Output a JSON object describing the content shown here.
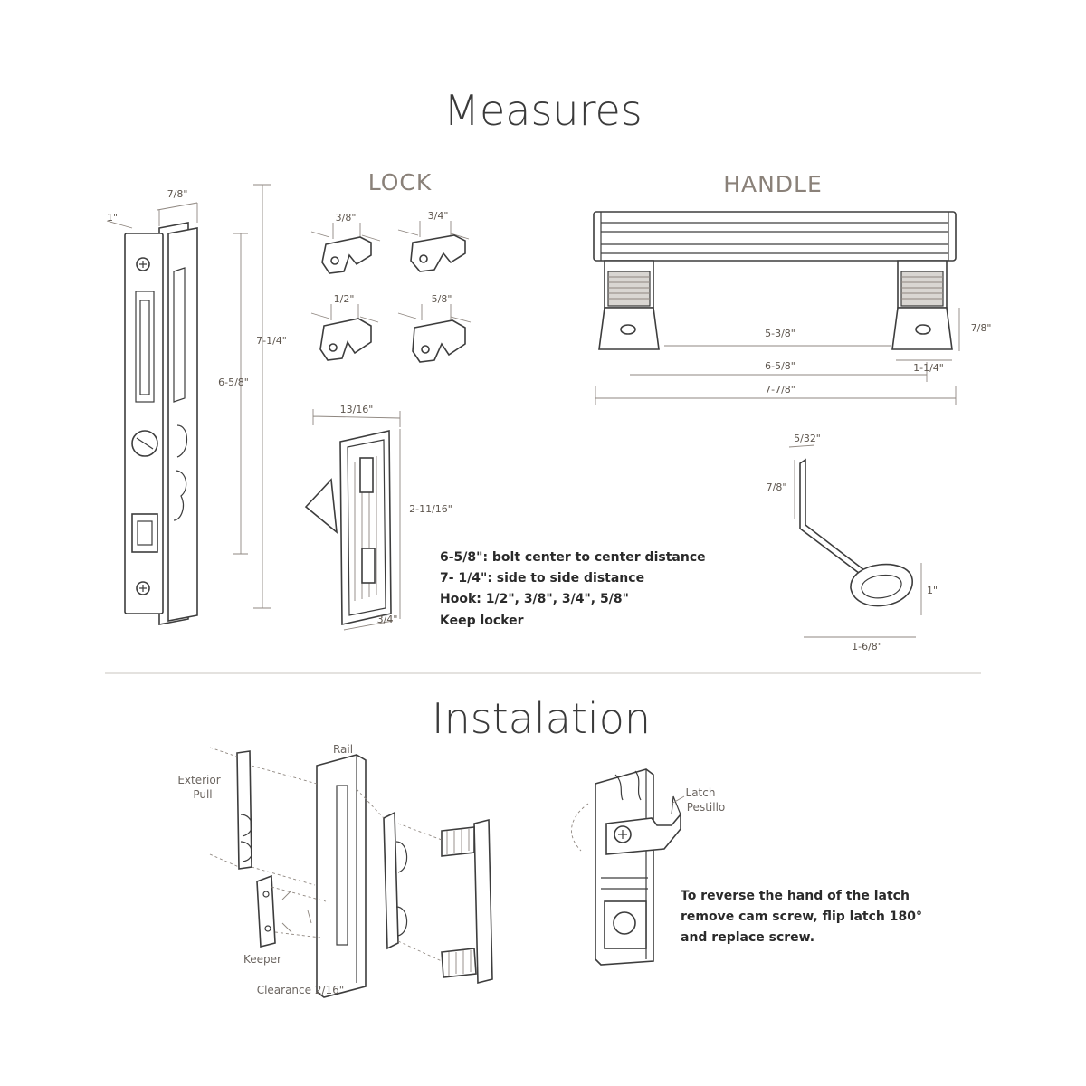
{
  "measures": {
    "title": "Measures",
    "lock_heading": "LOCK",
    "handle_heading": "HANDLE",
    "latch_dims": {
      "d_1": "1\"",
      "d_7_8": "7/8\"",
      "d_7_1_4": "7-1/4\"",
      "d_6_5_8": "6-5/8\""
    },
    "hooks": [
      "3/8\"",
      "3/4\"",
      "1/2\"",
      "5/8\""
    ],
    "keeper_dims": {
      "width": "13/16\"",
      "height": "2-11/16\"",
      "bottom": "3/4\""
    },
    "handle_dims": {
      "spacing": "5-3/8\"",
      "centers": "6-5/8\"",
      "overall": "7-7/8\"",
      "foot": "1-1/4\"",
      "height": "7/8\""
    },
    "lever_dims": {
      "thickness": "5/32\"",
      "rise": "7/8\"",
      "ring": "1\"",
      "length": "1-6/8\""
    },
    "notes": [
      "6-5/8\": bolt center to center distance",
      "7- 1/4\": side to side distance",
      "Hook: 1/2\", 3/8\", 3/4\", 5/8\"",
      "Keep locker"
    ]
  },
  "installation": {
    "title": "Instalation",
    "labels": {
      "exterior_1": "Exterior",
      "exterior_2": "Pull",
      "rail": "Rail",
      "keeper": "Keeper",
      "clearance": "Clearance 2/16\"",
      "latch_1": "Latch",
      "latch_2": "Pestillo"
    },
    "instructions": [
      "To reverse the hand of the latch",
      "remove cam screw, flip latch 180°",
      "and replace screw."
    ]
  }
}
